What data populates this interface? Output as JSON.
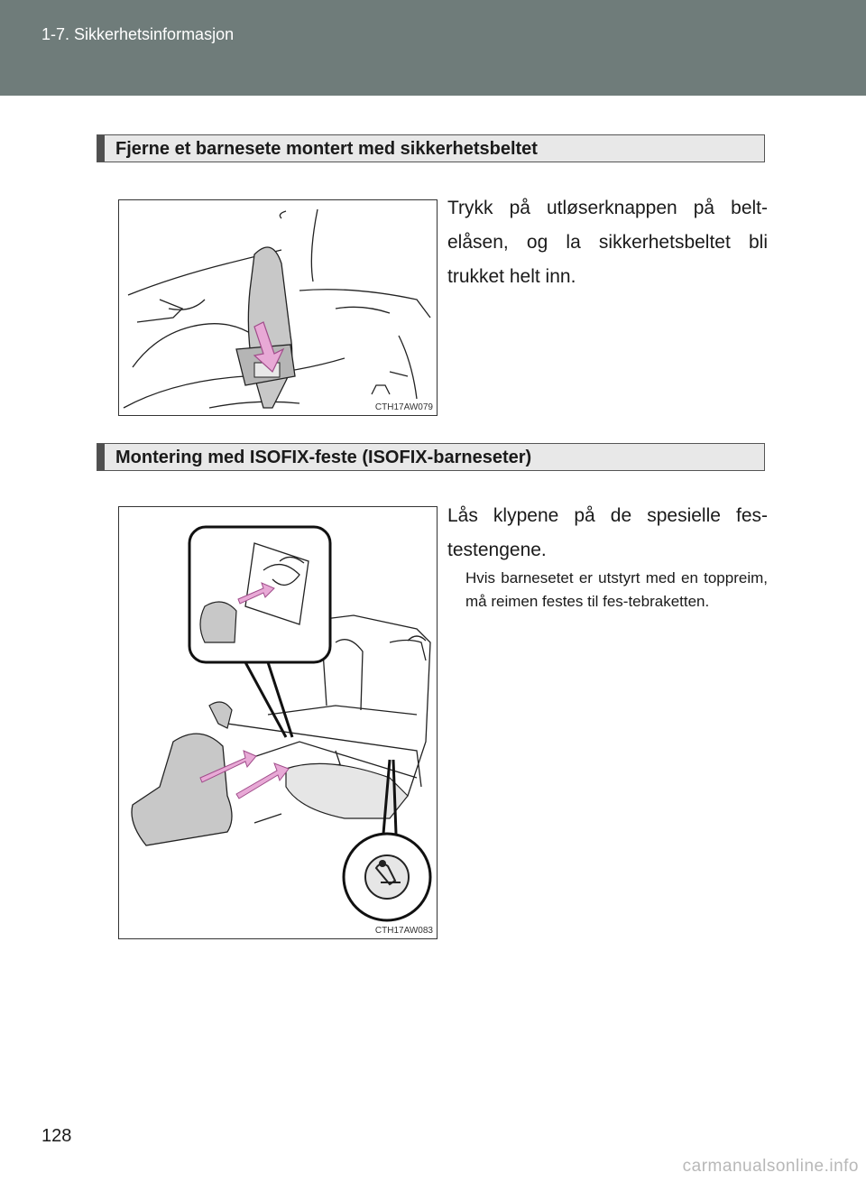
{
  "header": {
    "chapter": "1-7. Sikkerhetsinformasjon"
  },
  "sections": [
    {
      "title": "Fjerne et barnesete montert med sikkerhetsbeltet",
      "figure_code": "CTH17AW079",
      "text": "Trykk på utløserknappen på belt-elåsen, og la sikkerhetsbeltet bli trukket helt inn."
    },
    {
      "title": "Montering med ISOFIX-feste (ISOFIX-barneseter)",
      "figure_code": "CTH17AW083",
      "text": "Lås klypene på de spesielle fes-testengene.",
      "note": "Hvis barnesetet er utstyrt med en toppreim, må reimen festes til fes-tebraketten."
    }
  ],
  "page_number": "128",
  "watermark": "carmanualsonline.info",
  "colors": {
    "header_bg": "#6f7c7a",
    "arrow": "#e8a9d6",
    "seat_gray": "#c8c8c8"
  }
}
